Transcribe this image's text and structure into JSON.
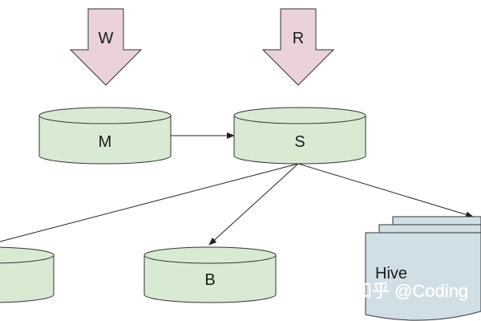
{
  "diagram": {
    "arrows_in": [
      {
        "id": "write",
        "label": "W"
      },
      {
        "id": "read",
        "label": "R"
      }
    ],
    "nodes": [
      {
        "id": "master",
        "label": "M",
        "shape": "cylinder"
      },
      {
        "id": "slave",
        "label": "S",
        "shape": "cylinder"
      },
      {
        "id": "a",
        "label": "",
        "shape": "cylinder"
      },
      {
        "id": "b",
        "label": "B",
        "shape": "cylinder"
      },
      {
        "id": "hive",
        "label": "Hive",
        "shape": "document-stack"
      }
    ],
    "edges": [
      {
        "from": "master",
        "to": "slave"
      },
      {
        "from": "slave",
        "to": "a"
      },
      {
        "from": "slave",
        "to": "b"
      },
      {
        "from": "slave",
        "to": "hive"
      }
    ],
    "watermark": "知乎 @Coding"
  },
  "colors": {
    "cylinder_fill": "#d9ead3",
    "arrow_fill": "#ead1dc",
    "doc_fill": "#d0dee6",
    "stroke": "#333333"
  }
}
